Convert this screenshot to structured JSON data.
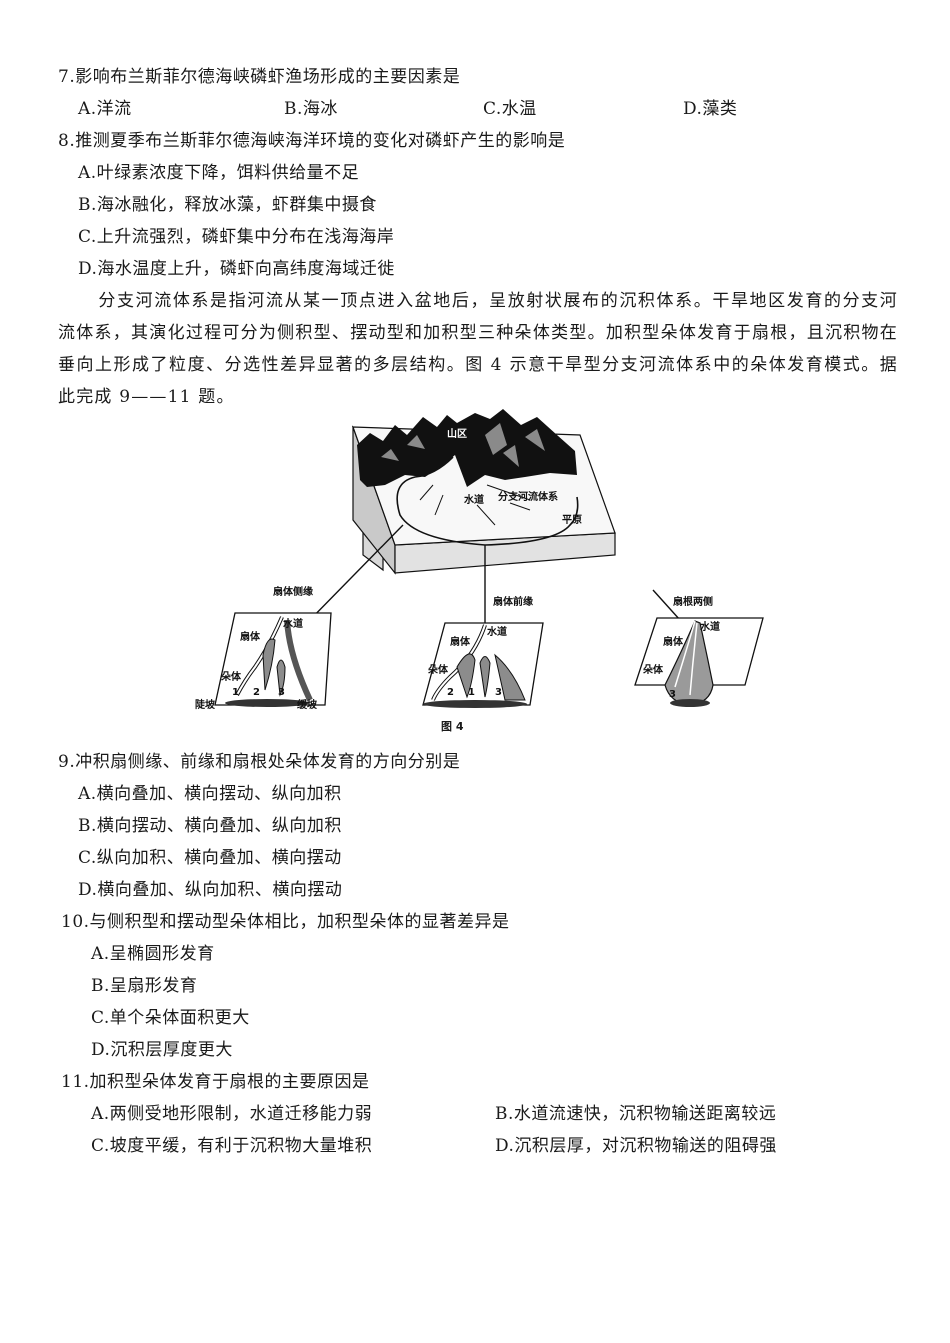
{
  "questions": {
    "q7": {
      "stem": "7.影响布兰斯菲尔德海峡磷虾渔场形成的主要因素是",
      "options": [
        "A.洋流",
        "B.海冰",
        "C.水温",
        "D.藻类"
      ]
    },
    "q8": {
      "stem": "8.推测夏季布兰斯菲尔德海峡海洋环境的变化对磷虾产生的影响是",
      "options": [
        "A.叶绿素浓度下降，饵料供给量不足",
        "B.海冰融化，释放冰藻，虾群集中摄食",
        "C.上升流强烈，磷虾集中分布在浅海海岸",
        "D.海水温度上升，磷虾向高纬度海域迁徙"
      ]
    },
    "passage": "分支河流体系是指河流从某一顶点进入盆地后，呈放射状展布的沉积体系。干旱地区发育的分支河流体系，其演化过程可分为侧积型、摆动型和加积型三种朵体类型。加积型朵体发育于扇根，且沉积物在垂向上形成了粒度、分选性差异显著的多层结构。图 4 示意干旱型分支河流体系中的朵体发育模式。据此完成 9——11 题。",
    "q9": {
      "stem": "9.冲积扇侧缘、前缘和扇根处朵体发育的方向分别是",
      "options": [
        "A.横向叠加、横向摆动、纵向加积",
        "B.横向摆动、横向叠加、纵向加积",
        "C.纵向加积、横向叠加、横向摆动",
        "D.横向叠加、纵向加积、横向摆动"
      ]
    },
    "q10": {
      "stem": "10.与侧积型和摆动型朵体相比，加积型朵体的显著差异是",
      "options": [
        "A.呈椭圆形发育",
        "B.呈扇形发育",
        "C.单个朵体面积更大",
        "D.沉积层厚度更大"
      ]
    },
    "q11": {
      "stem": "11.加积型朵体发育于扇根的主要原因是",
      "options": [
        "A.两侧受地形限制，水道迁移能力弱",
        "B.水道流速快，沉积物输送距离较远",
        "C.坡度平缓，有利于沉积物大量堆积",
        "D.沉积层厚，对沉积物输送的阻碍强"
      ]
    }
  },
  "figure": {
    "caption": "图 4",
    "block": {
      "mountain": "山区",
      "channel": "水道",
      "system": "分支河流体系",
      "plain": "平原"
    },
    "panels": [
      {
        "title": "扇体侧缘",
        "fan": "扇体",
        "channel": "水道",
        "lobe": "朵体",
        "numbers": [
          "1",
          "2",
          "3"
        ],
        "left_label": "陡坡",
        "right_label": "缓坡"
      },
      {
        "title": "扇体前缘",
        "fan": "扇体",
        "channel": "水道",
        "lobe": "朵体",
        "numbers": [
          "2",
          "1",
          "3"
        ]
      },
      {
        "title": "扇根两侧",
        "fan": "扇体",
        "channel": "水道",
        "lobe": "朵体",
        "numbers": [
          "3"
        ]
      }
    ]
  }
}
